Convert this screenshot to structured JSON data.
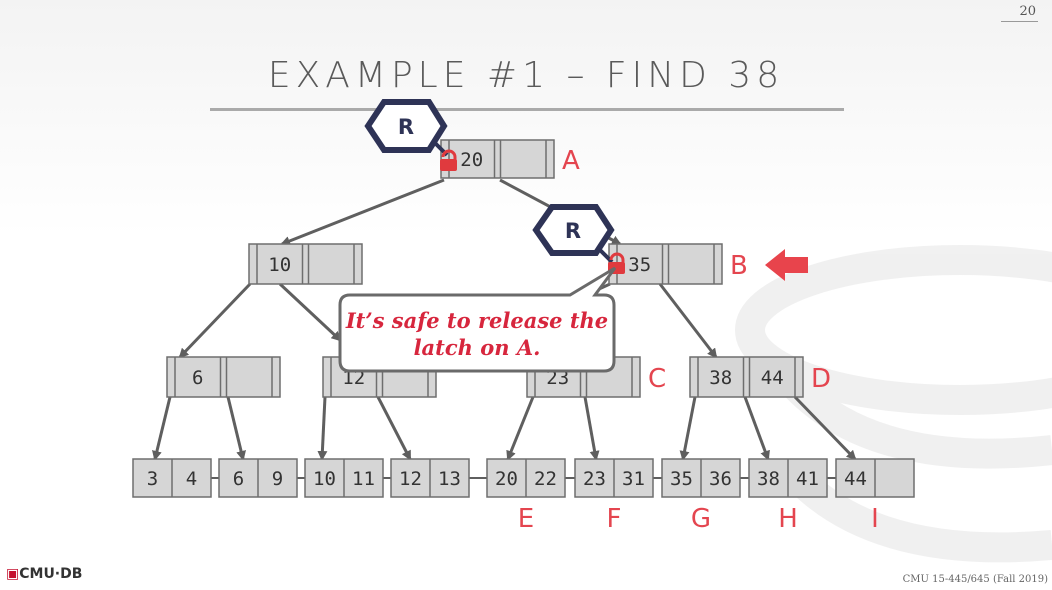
{
  "page_number": "20",
  "title": "EXAMPLE #1 – FIND 38",
  "footer": {
    "logo": "CMU·DB",
    "course": "CMU 15-445/645 (Fall 2019)"
  },
  "colors": {
    "latch": "#e03a3e",
    "label": "#e4454f",
    "callout_text": "#d7263d",
    "hex_border": "#2e3356",
    "node_fill": "#d6d6d6",
    "edge": "#5f5f5f"
  },
  "latch_badges": [
    {
      "label": "R"
    },
    {
      "label": "R"
    }
  ],
  "callout": {
    "line1": "It’s safe to release the",
    "line2": "latch on A."
  },
  "nodes": [
    {
      "id": "A",
      "keys": [
        "20",
        ""
      ],
      "label": "A"
    },
    {
      "id": "n10",
      "keys": [
        "10",
        ""
      ],
      "label": ""
    },
    {
      "id": "B",
      "keys": [
        "35",
        ""
      ],
      "label": "B"
    },
    {
      "id": "n6",
      "keys": [
        "6",
        ""
      ],
      "label": ""
    },
    {
      "id": "n12",
      "keys": [
        "12",
        ""
      ],
      "label": ""
    },
    {
      "id": "C",
      "keys": [
        "23",
        ""
      ],
      "label": "C"
    },
    {
      "id": "D",
      "keys": [
        "38",
        "44"
      ],
      "label": "D"
    }
  ],
  "leaves": [
    {
      "keys": [
        "3",
        "4"
      ],
      "label": ""
    },
    {
      "keys": [
        "6",
        "9"
      ],
      "label": ""
    },
    {
      "keys": [
        "10",
        "11"
      ],
      "label": ""
    },
    {
      "keys": [
        "12",
        "13"
      ],
      "label": ""
    },
    {
      "keys": [
        "20",
        "22"
      ],
      "label": "E"
    },
    {
      "keys": [
        "23",
        "31"
      ],
      "label": "F"
    },
    {
      "keys": [
        "35",
        "36"
      ],
      "label": "G"
    },
    {
      "keys": [
        "38",
        "41"
      ],
      "label": "H"
    },
    {
      "keys": [
        "44",
        ""
      ],
      "label": "I"
    }
  ]
}
